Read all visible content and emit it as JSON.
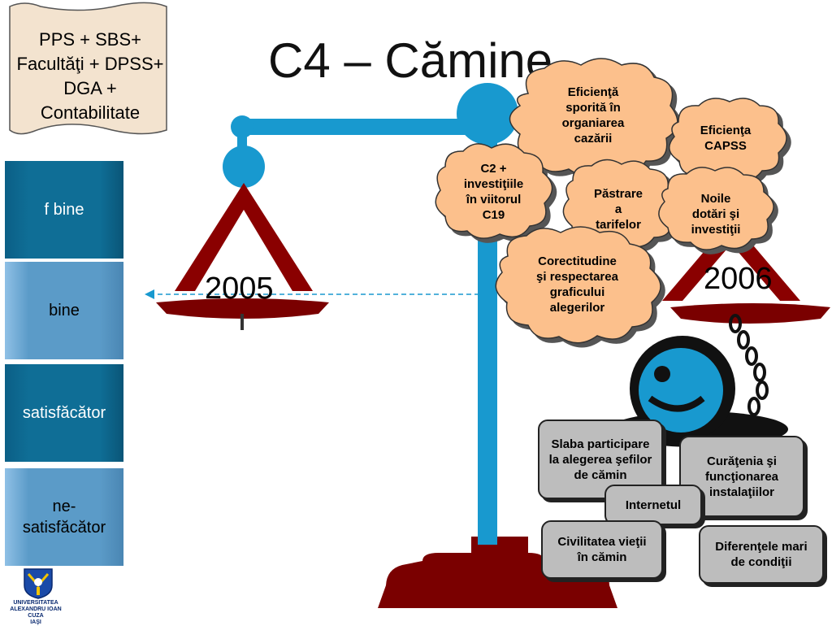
{
  "title": "C4 – Cămine",
  "scroll": {
    "text": "PPS + SBS+\nFacultăţi + DPSS+\nDGA +\nContabilitate"
  },
  "ratings": [
    {
      "label": "f bine"
    },
    {
      "label": "bine"
    },
    {
      "label": "satisfăcător"
    },
    {
      "label": "ne-\nsatisfăcător"
    }
  ],
  "years": {
    "left": "2005",
    "right": "2006"
  },
  "clouds": [
    {
      "text": "Eficienţă\nsporită în\norganiarea\ncazării"
    },
    {
      "text": "Eficienţa\nCAPSS"
    },
    {
      "text": "C2 +\ninvestiţiile\nîn viitorul\nC19"
    },
    {
      "text": "Păstrare\na\ntarifelor"
    },
    {
      "text": "Noile\ndotări şi\ninvestiţii"
    },
    {
      "text": "Corectitudine\nşi respectarea\ngraficului\nalegerilor"
    }
  ],
  "boxes": [
    {
      "text": "Slaba participare\nla alegerea şefilor\nde cămin"
    },
    {
      "text": "Curăţenia şi\nfuncţionarea\ninstalaţiilor"
    },
    {
      "text": "Internetul"
    },
    {
      "text": "Civilitatea vieţii\nîn cămin"
    },
    {
      "text": "Diferenţele mari\nde condiţii"
    }
  ],
  "logo": {
    "text": "UNIVERSITATEA\nALEXANDRU IOAN CUZA\nIAŞI"
  },
  "colors": {
    "accent_blue": "#1899cf",
    "scale_red": "#7a0000",
    "cloud_fill": "#fcc08c",
    "box_fill": "#bdbdbd",
    "rating_dark": "#0f6e96",
    "rating_light": "#5b9bc8"
  }
}
